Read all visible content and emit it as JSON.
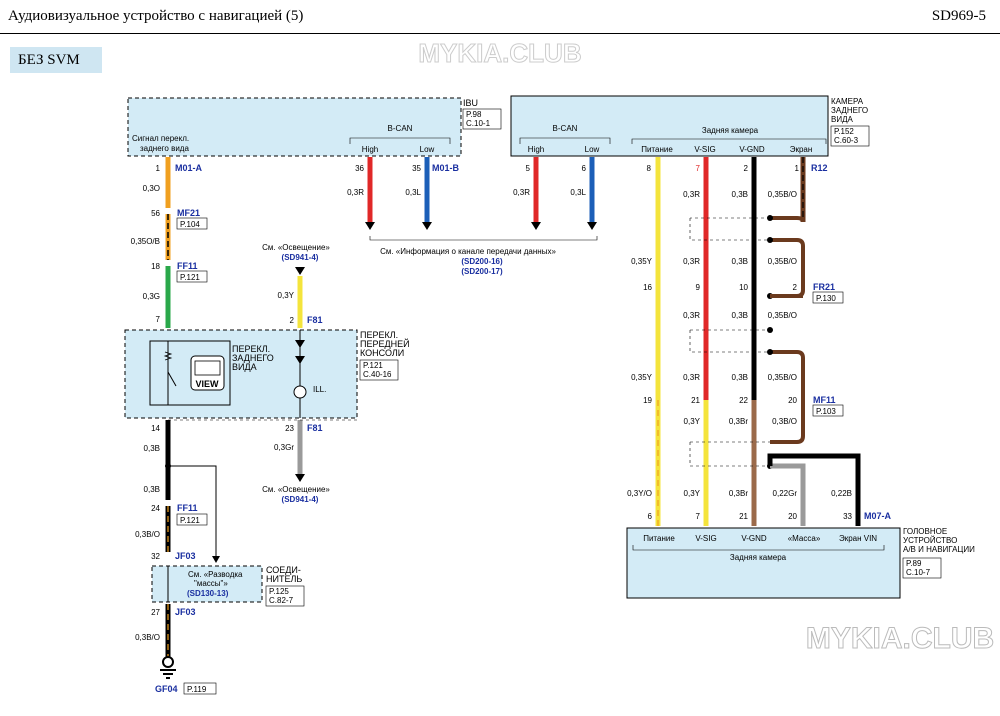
{
  "header": {
    "title": "Аудиовизуальное устройство с навигацией (5)",
    "code": "SD969-5"
  },
  "variant_label": "БЕЗ SVM",
  "watermark": "MYKIA.CLUB",
  "colors": {
    "box_fill": "#d3ebf6",
    "connector_ref": "#1a2fa0",
    "orange": "#f0a020",
    "green": "#2aa84a",
    "yellow": "#f4e43c",
    "red": "#e02828",
    "blue": "#1c5fb8",
    "brown": "#6b3a1e",
    "gray": "#9a9a9a",
    "tan": "#9b6a4a"
  },
  "ibu": {
    "name": "IBU",
    "ref": [
      "P.98",
      "C.10-1"
    ],
    "signal_label": "Сигнал перекл.",
    "signal_label2": "заднего вида",
    "bcan": "B-CAN",
    "high": "High",
    "low": "Low"
  },
  "camera": {
    "name": "КАМЕРА",
    "name2": "ЗАДНЕГО",
    "name3": "ВИДА",
    "ref": [
      "P.152",
      "C.60-3"
    ],
    "bcan": "B-CAN",
    "high": "High",
    "low": "Low",
    "group": "Задняя камера",
    "pins": [
      "Питание",
      "V-SIG",
      "V-GND",
      "Экран"
    ],
    "connector": "R12",
    "pin_nums": [
      "5",
      "6",
      "8",
      "7",
      "2",
      "1"
    ]
  },
  "switch": {
    "name": "ПЕРЕКЛ.",
    "name2": "ЗАДНЕГО",
    "name3": "ВИДА",
    "button": "VIEW"
  },
  "console": {
    "name": "ПЕРЕКЛ.",
    "name2": "ПЕРЕДНЕЙ",
    "name3": "КОНСОЛИ",
    "ref": [
      "P.121",
      "C.40-16"
    ],
    "ill": "ILL."
  },
  "head_unit": {
    "name": "ГОЛОВНОЕ",
    "name2": "УСТРОЙСТВО",
    "name3": "А/В И НАВИГАЦИИ",
    "ref": [
      "P.89",
      "C.10-7"
    ],
    "pins": [
      "Питание",
      "V-SIG",
      "V-GND",
      "«Масса»",
      "Экран VIN"
    ],
    "group": "Задняя камера",
    "connector": "M07-A"
  },
  "joint": {
    "name": "СОЕДИ-",
    "name2": "НИТЕЛЬ",
    "ref": [
      "P.125",
      "C.82-7"
    ],
    "see": "См. «Разводка",
    "see2": "\"массы\"»",
    "see_ref": "(SD130-13)"
  },
  "ground": {
    "name": "GF04",
    "ref": "P.119"
  },
  "lighting": {
    "see": "См. «Освещение»",
    "ref": "(SD941-4)"
  },
  "data_link": {
    "see": "См. «Информация о канале передачи данных»",
    "ref1": "(SD200-16)",
    "ref2": "(SD200-17)"
  },
  "connectors": {
    "m01a": "M01-A",
    "m01b": "M01-B",
    "mf21": "MF21",
    "mf21_ref": "P.104",
    "ff11a": "FF11",
    "ff11a_ref": "P.121",
    "f81a": "F81",
    "f81b": "F81",
    "ff11b": "FF11",
    "ff11b_ref": "P.121",
    "jf03a": "JF03",
    "jf03b": "JF03",
    "fr21": "FR21",
    "fr21_ref": "P.130",
    "mf11": "MF11",
    "mf11_ref": "P.103"
  },
  "wires": {
    "w03o": "0,3O",
    "w035ob": "0,35O/B",
    "w03g": "0,3G",
    "w03b1": "0,3B",
    "w03b2": "0,3B",
    "w03bo1": "0,3B/O",
    "w03bo2": "0,3B/O",
    "w03y": "0,3Y",
    "w03gr": "0,3Gr",
    "w03r1": "0,3R",
    "w03l1": "0,3L",
    "w03r2": "0,3R",
    "w03l2": "0,3L",
    "w035y1": "0,35Y",
    "w03r3": "0,3R",
    "w03b3": "0,3B",
    "w035bo1": "0,35B/O",
    "w03r4": "0,3R",
    "w03b4": "0,3B",
    "w035bo2": "0,35B/O",
    "w035y2": "0,35Y",
    "w03r5": "0,3R",
    "w03b5": "0,3B",
    "w035bo3": "0,35B/O",
    "w03y2": "0,3Y",
    "w03br1": "0,3Br",
    "w03bo3": "0,3B/O",
    "w03yo": "0,3Y/O",
    "w03y3": "0,3Y",
    "w03br2": "0,3Br",
    "w022gr": "0,22Gr",
    "w022b": "0,22B"
  },
  "pins": {
    "p1": "1",
    "p56": "56",
    "p18": "18",
    "p7": "7",
    "p14": "14",
    "p24": "24",
    "p32": "32",
    "p27": "27",
    "p2": "2",
    "p23": "23",
    "p36": "36",
    "p35": "35",
    "p16": "16",
    "p9": "9",
    "p10": "10",
    "p2b": "2",
    "p19": "19",
    "p21": "21",
    "p22": "22",
    "p20": "20",
    "h6": "6",
    "h7": "7",
    "h21": "21",
    "h20": "20",
    "h33": "33"
  }
}
